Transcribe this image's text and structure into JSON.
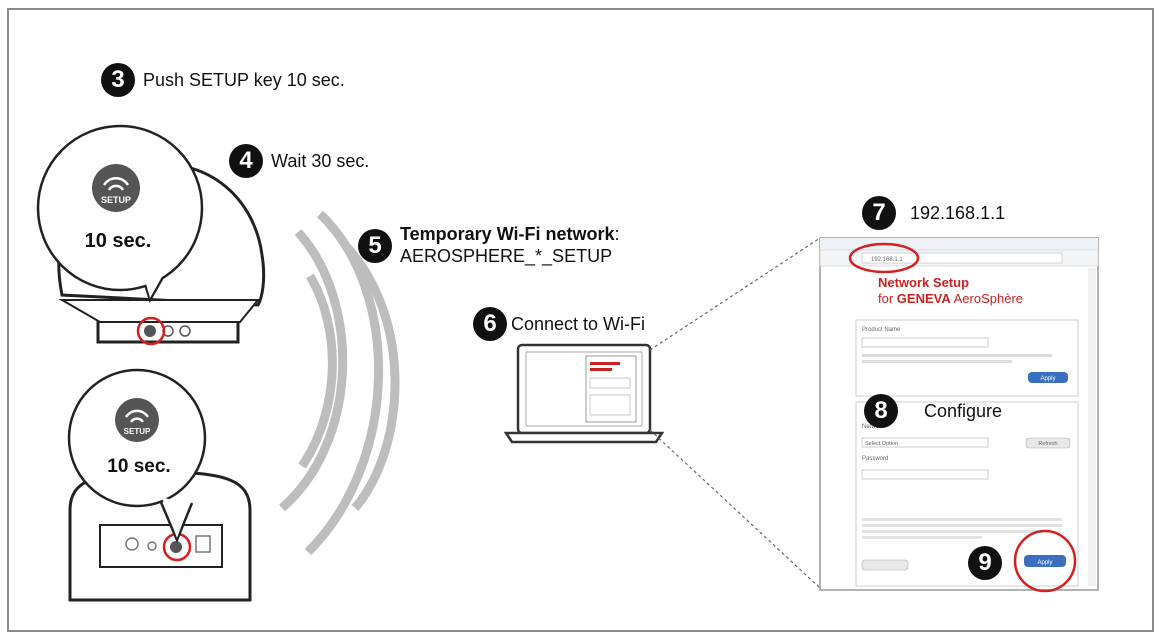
{
  "steps": [
    {
      "number": "3",
      "text": "Push SETUP key 10 sec."
    },
    {
      "number": "4",
      "text": "Wait 30 sec."
    },
    {
      "number": "5",
      "title": "Temporary Wi-Fi network",
      "separator": ":",
      "subtitle": "AEROSPHERE_*_SETUP"
    },
    {
      "number": "6",
      "text": "Connect to Wi-Fi"
    },
    {
      "number": "7",
      "text": "192.168.1.1"
    },
    {
      "number": "8",
      "text": "Configure"
    },
    {
      "number": "9",
      "text": ""
    }
  ],
  "devices": {
    "setup_key_label": "SETUP",
    "hold_label": "10 sec."
  },
  "browser": {
    "address": "192.168.1.1",
    "heading_line1": "Network Setup",
    "heading_line2_prefix": "for ",
    "heading_line2_brand": "GENEVA",
    "heading_line2_suffix": " AeroSphère",
    "product_name_label": "Product Name",
    "network_label": "Network",
    "network_select_value": "Select Option",
    "refresh_label": "Refresh",
    "password_label": "Password",
    "apply_label": "Apply",
    "accent_red": "#cc2222",
    "button_blue": "#3a6fc0"
  },
  "colors": {
    "badge": "#111111",
    "highlight_circle": "#d42020",
    "wifi_waves": "#bdbdbd"
  }
}
